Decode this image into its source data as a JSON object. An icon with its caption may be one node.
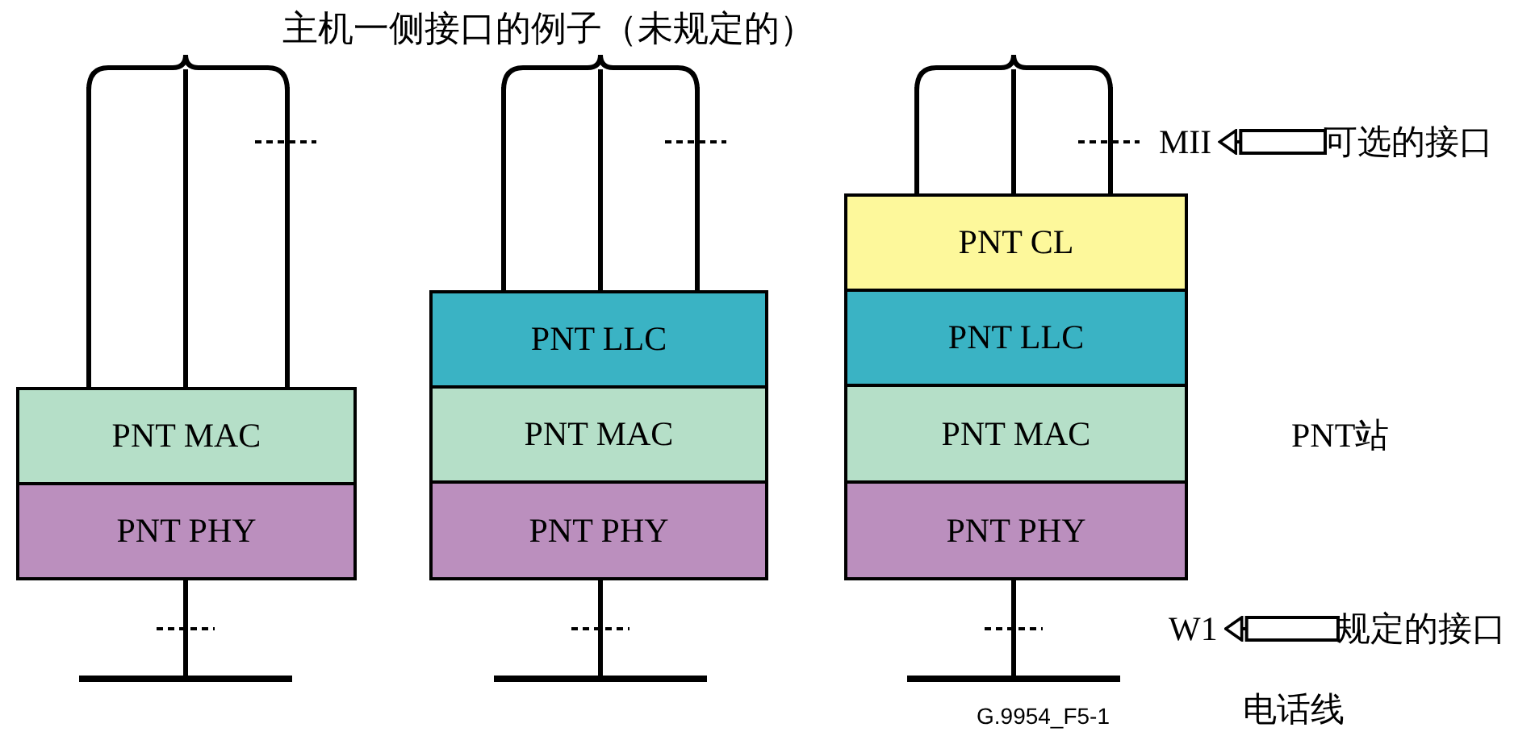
{
  "diagram": {
    "nodes": [
      {
        "text": [
          "PNT MAC"
        ]
      },
      {
        "text": [
          "PNT PHY"
        ]
      },
      {
        "text": [
          "PNT LLC"
        ]
      },
      {
        "text": [
          "PNT MAC"
        ]
      },
      {
        "text": [
          "PNT PHY"
        ]
      },
      {
        "text": [
          "PNT CL"
        ]
      },
      {
        "text": [
          "PNT LLC"
        ]
      },
      {
        "text": [
          "PNT MAC"
        ]
      },
      {
        "text": [
          "PNT PHY"
        ]
      },
      {
        "text": [
          "MII"
        ]
      },
      {
        "text": [
          "可选的接口"
        ]
      },
      {
        "text": [
          "W1"
        ]
      },
      {
        "text": [
          "规定的接口"
        ]
      },
      {
        "text": [],
        "shape": "brace"
      },
      {
        "text": [],
        "shape": "brace"
      },
      {
        "text": [],
        "shape": "brace"
      }
    ],
    "edges": [
      {
        "from": 10,
        "to": 9,
        "arrow": "to"
      },
      {
        "from": 12,
        "to": 11,
        "arrow": "to"
      },
      {
        "from": 13,
        "to": 0,
        "arrow": "none"
      },
      {
        "from": 13,
        "to": 0,
        "arrow": "none"
      },
      {
        "from": 13,
        "to": 0,
        "arrow": "none"
      },
      {
        "from": 14,
        "to": 2,
        "arrow": "none"
      },
      {
        "from": 14,
        "to": 2,
        "arrow": "none"
      },
      {
        "from": 14,
        "to": 2,
        "arrow": "none"
      },
      {
        "from": 15,
        "to": 5,
        "arrow": "none"
      },
      {
        "from": 15,
        "to": 5,
        "arrow": "none"
      },
      {
        "from": 15,
        "to": 5,
        "arrow": "none"
      }
    ],
    "labels": [
      "主机一侧接口的例子（未规定的）",
      "PNT站",
      "G.9954_F5-1",
      "电话线"
    ]
  }
}
